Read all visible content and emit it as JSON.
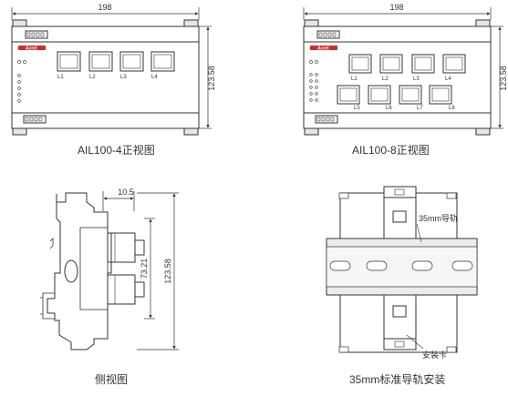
{
  "views": {
    "front4": {
      "caption": "AIL100-4正视图",
      "width_label": "198",
      "height_label": "123.58",
      "brand": "Acrel",
      "relays": [
        "L1",
        "L2",
        "L3",
        "L4"
      ]
    },
    "front8": {
      "caption": "AIL100-8正视图",
      "width_label": "198",
      "height_label": "123.58",
      "brand": "Acrel",
      "relays_top": [
        "L1",
        "L2",
        "L3",
        "L4"
      ],
      "relays_bottom": [
        "L5",
        "L6",
        "L7",
        "L8"
      ]
    },
    "side": {
      "caption": "侧视图",
      "depth_label": "10.5",
      "inner_height_label": "73.21",
      "height_label": "123.58"
    },
    "rail": {
      "caption": "35mm标准导轨安装",
      "rail_label": "35mm导轨",
      "clip_label": "安装卡"
    }
  },
  "colors": {
    "line": "#333333",
    "rail_fill": "#ececec",
    "rail_dark": "#d2d2d2",
    "module_fill": "#ffffff",
    "brand": "#d22a2a"
  }
}
